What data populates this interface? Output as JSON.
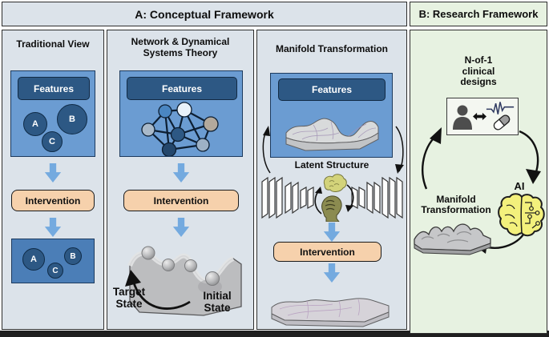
{
  "figure": {
    "panel_a": {
      "title": "A: Conceptual Framework",
      "traditional": {
        "title": "Traditional View",
        "features_label": "Features",
        "circles_top": [
          "A",
          "B",
          "C"
        ],
        "intervention_label": "Intervention",
        "circles_bottom": [
          "A",
          "B",
          "C"
        ]
      },
      "network": {
        "title_line1": "Network & Dynamical",
        "title_line2": "Systems Theory",
        "features_label": "Features",
        "intervention_label": "Intervention",
        "target_line1": "Target",
        "target_line2": "State",
        "initial_line1": "Initial",
        "initial_line2": "State"
      },
      "manifold": {
        "title": "Manifold Transformation",
        "features_label": "Features",
        "latent_label": "Latent Structure",
        "intervention_label": "Intervention"
      }
    },
    "panel_b": {
      "title": "B: Research Framework",
      "nof1_line1": "N-of-1",
      "nof1_line2": "clinical",
      "nof1_line3": "designs",
      "ai_label": "AI",
      "manifold_line1": "Manifold",
      "manifold_line2": "Transformation"
    },
    "palette": {
      "panel_a_bg": "#dce3ea",
      "panel_b_bg": "#e7f2e1",
      "feature_box_blue": "#6b9cd2",
      "features_bar_navy": "#2d5884",
      "outcome_box_blue": "#4b7eb7",
      "intervention_peach": "#f6d1ac",
      "arrow_blue": "#74aadf",
      "ai_brain_yellow": "#f3f07c",
      "network_node_colors": [
        "#4a86c2",
        "#e9f1f9",
        "#a9b9c9",
        "#b3a99c",
        "#2d5884",
        "#24476c",
        "#9db1c5"
      ]
    }
  }
}
